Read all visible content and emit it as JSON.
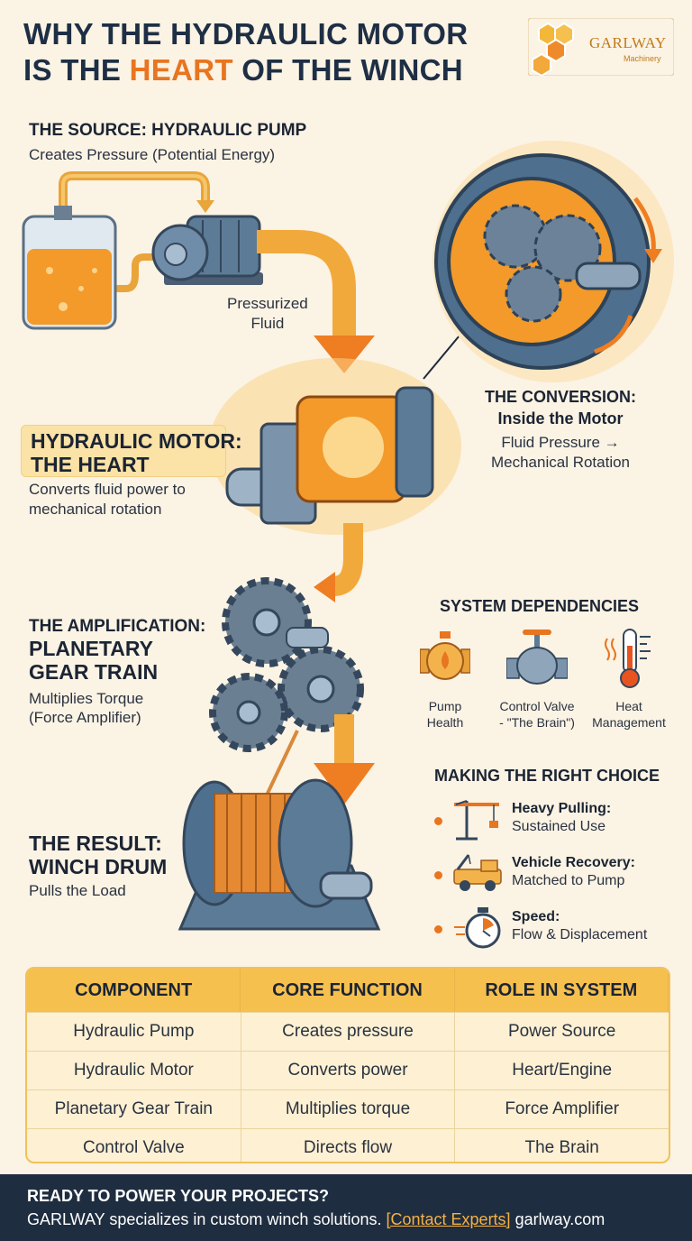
{
  "header": {
    "title_line1": "WHY THE HYDRAULIC MOTOR",
    "title_line2_a": "IS THE ",
    "title_line2_hl": "HEART",
    "title_line2_b": " OF THE WINCH",
    "accent_color": "#e8751f"
  },
  "logo": {
    "name": "GARLWAY",
    "sub": "Machinery",
    "icon": "hexagon-logo-icon"
  },
  "source": {
    "heading": "THE SOURCE: HYDRAULIC PUMP",
    "text": "Creates Pressure (Potential Energy)"
  },
  "flow_label": {
    "line1": "Pressurized",
    "line2": "Fluid"
  },
  "conversion": {
    "heading_line1": "THE CONVERSION:",
    "heading_line2": "Inside the Motor",
    "text_line1": "Fluid Pressure →",
    "text_line2": "Mechanical Rotation"
  },
  "motor": {
    "heading_line1": "HYDRAULIC MOTOR:",
    "heading_line2": "THE HEART",
    "text_line1": "Converts fluid power to",
    "text_line2": "mechanical rotation"
  },
  "amplification": {
    "heading": "THE AMPLIFICATION:",
    "big_line1": "PLANETARY",
    "big_line2": "GEAR TRAIN",
    "text_line1": "Multiplies Torque",
    "text_line2": "(Force Amplifier)"
  },
  "result": {
    "big_line1": "THE RESULT:",
    "big_line2": "WINCH DRUM",
    "text": "Pulls the Load"
  },
  "dependencies": {
    "heading": "SYSTEM DEPENDENCIES",
    "items": [
      {
        "line1": "Pump",
        "line2": "Health",
        "icon": "pump-icon"
      },
      {
        "line1": "Control Valve",
        "line2": "- \"The Brain\")",
        "icon": "valve-icon"
      },
      {
        "line1": "Heat",
        "line2": "Management",
        "icon": "thermometer-icon"
      }
    ]
  },
  "choice": {
    "heading": "MAKING THE RIGHT CHOICE",
    "items": [
      {
        "title": "Heavy Pulling:",
        "text": "Sustained Use",
        "icon": "crane-icon"
      },
      {
        "title": "Vehicle Recovery:",
        "text": "Matched to Pump",
        "icon": "tow-truck-icon"
      },
      {
        "title": "Speed:",
        "text": "Flow & Displacement",
        "icon": "stopwatch-icon"
      }
    ]
  },
  "table": {
    "headers": [
      "COMPONENT",
      "CORE FUNCTION",
      "ROLE IN SYSTEM"
    ],
    "rows": [
      [
        "Hydraulic Pump",
        "Creates pressure",
        "Power Source"
      ],
      [
        "Hydraulic Motor",
        "Converts power",
        "Heart/Engine"
      ],
      [
        "Planetary Gear Train",
        "Multiplies torque",
        "Force Amplifier"
      ],
      [
        "Control Valve",
        "Directs flow",
        "The Brain"
      ]
    ]
  },
  "footer": {
    "heading": "READY TO POWER YOUR PROJECTS?",
    "text": "GARLWAY specializes in custom winch solutions. ",
    "link": "[Contact Experts]",
    "site": "  garlway.com"
  }
}
